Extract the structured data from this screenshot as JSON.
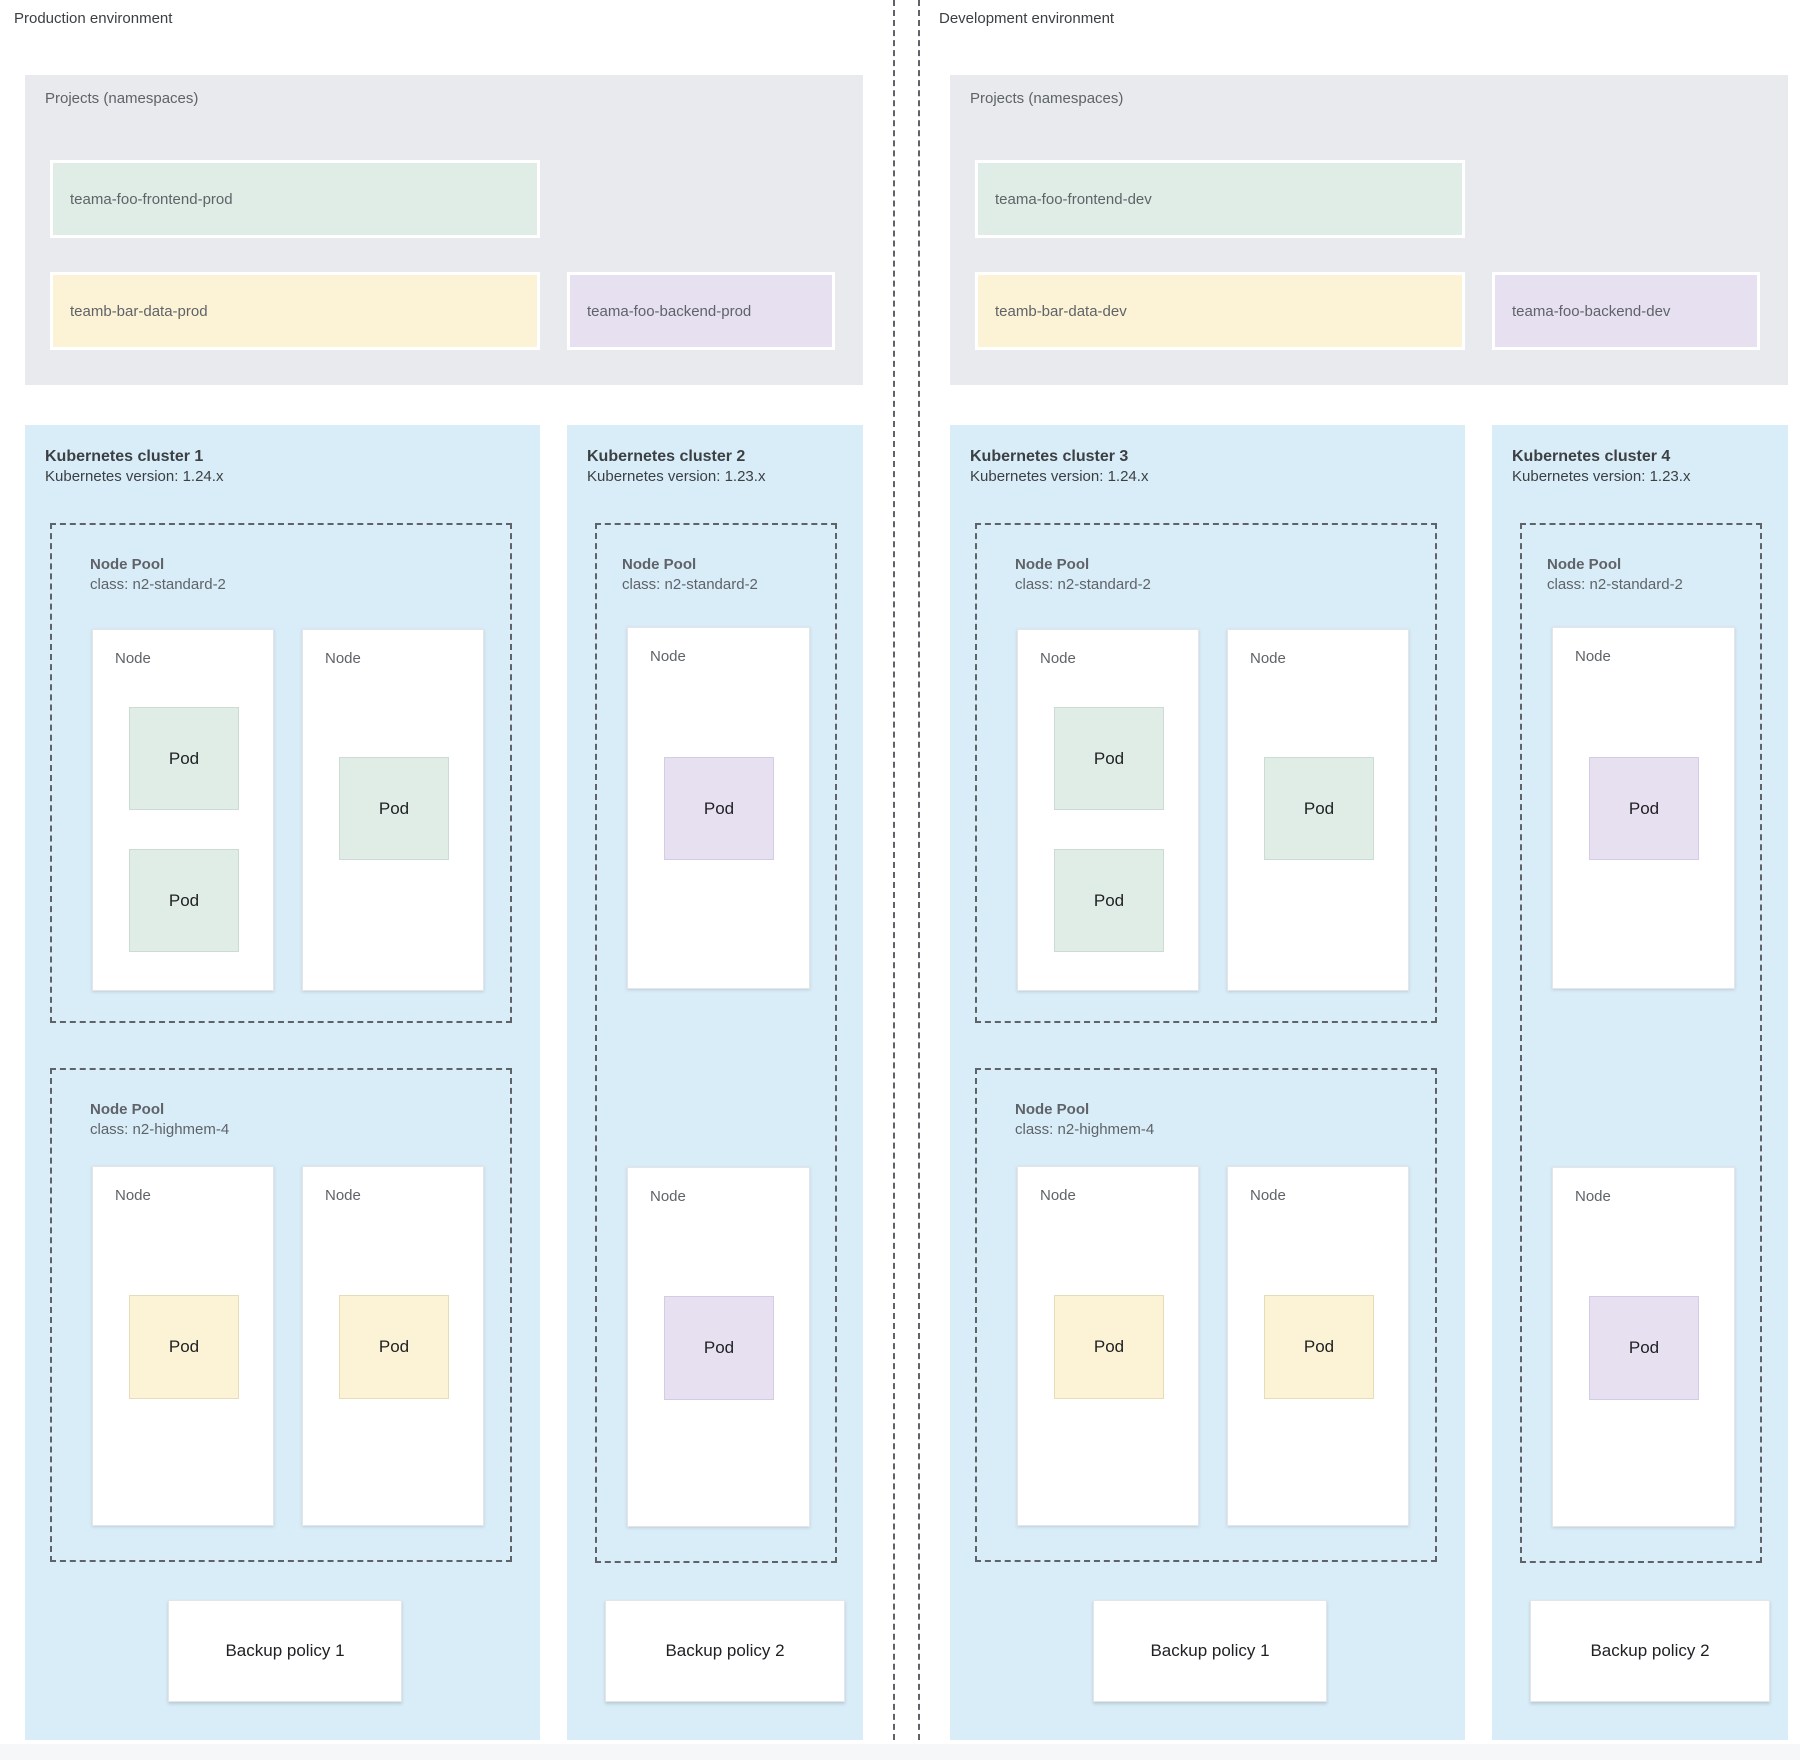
{
  "shared": {
    "projects_title": "Projects (namespaces)",
    "node_pool_label": "Node Pool",
    "standard_class": "class: n2-standard-2",
    "highmem_class": "class: n2-highmem-4",
    "node_label": "Node",
    "pod_label": "Pod",
    "backup1": "Backup policy 1",
    "backup2": "Backup policy 2"
  },
  "colors": {
    "cluster_bg": "#d9edf9",
    "projects_bg": "#e8eaed",
    "ns_green": "#dfede6",
    "ns_yellow": "#fcf3d6",
    "ns_purple": "#e7e0f1",
    "dashed_border": "#5f6368",
    "label_gray": "#5f6368",
    "title_dark": "#3c4043"
  },
  "prod": {
    "env_label": "Production environment",
    "ns_frontend": "teama-foo-frontend-prod",
    "ns_data": "teamb-bar-data-prod",
    "ns_backend": "teama-foo-backend-prod",
    "cluster1_title": "Kubernetes cluster 1",
    "cluster1_version": "Kubernetes version: 1.24.x",
    "cluster2_title": "Kubernetes cluster 2",
    "cluster2_version": "Kubernetes version: 1.23.x"
  },
  "dev": {
    "env_label": "Development environment",
    "ns_frontend": "teama-foo-frontend-dev",
    "ns_data": "teamb-bar-data-dev",
    "ns_backend": "teama-foo-backend-dev",
    "cluster1_title": "Kubernetes cluster 3",
    "cluster1_version": "Kubernetes version: 1.24.x",
    "cluster2_title": "Kubernetes cluster 4",
    "cluster2_version": "Kubernetes version: 1.23.x"
  }
}
